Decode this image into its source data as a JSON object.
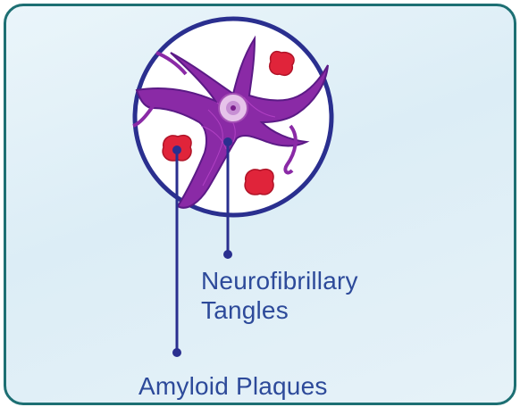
{
  "labels": {
    "tangles_line1": "Neurofibrillary",
    "tangles_line2": "Tangles",
    "plaques": "Amyloid Plaques"
  },
  "colors": {
    "frame_border": "#1d6f73",
    "background": "#dcedf6",
    "circle_outline": "#2a2f8f",
    "neuron": "#8a2aa6",
    "plaque": "#e0243a",
    "leader_line": "#2a2f8f",
    "text": "#2d4a9a"
  }
}
